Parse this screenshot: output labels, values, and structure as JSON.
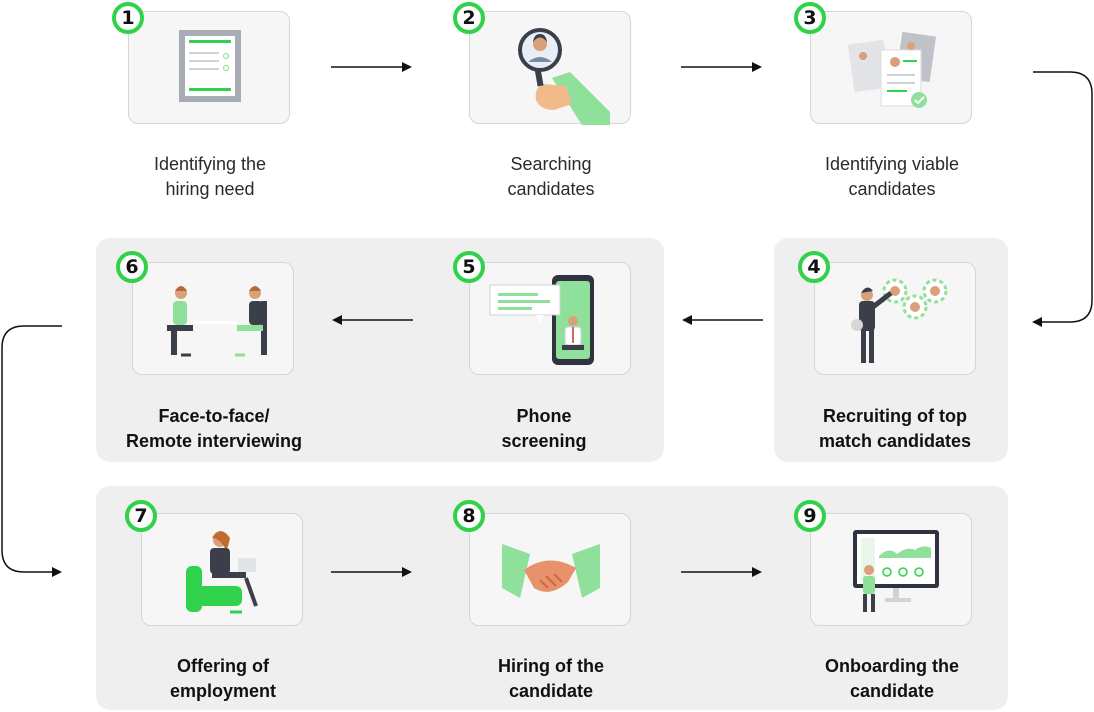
{
  "steps": [
    {
      "number": "1",
      "label": "Identifying the\nhiring need"
    },
    {
      "number": "2",
      "label": "Searching\ncandidates"
    },
    {
      "number": "3",
      "label": "Identifying viable\ncandidates"
    },
    {
      "number": "4",
      "label": "Recruiting of top\nmatch candidates"
    },
    {
      "number": "5",
      "label": "Phone\nscreening"
    },
    {
      "number": "6",
      "label": "Face-to-face/\nRemote interviewing"
    },
    {
      "number": "7",
      "label": "Offering of\nemployment"
    },
    {
      "number": "8",
      "label": "Hiring of the\ncandidate"
    },
    {
      "number": "9",
      "label": "Onboarding the\ncandidate"
    }
  ],
  "colors": {
    "accent": "#2fd24a",
    "panel": "#efefef",
    "illustration_green": "#8fe09a"
  }
}
